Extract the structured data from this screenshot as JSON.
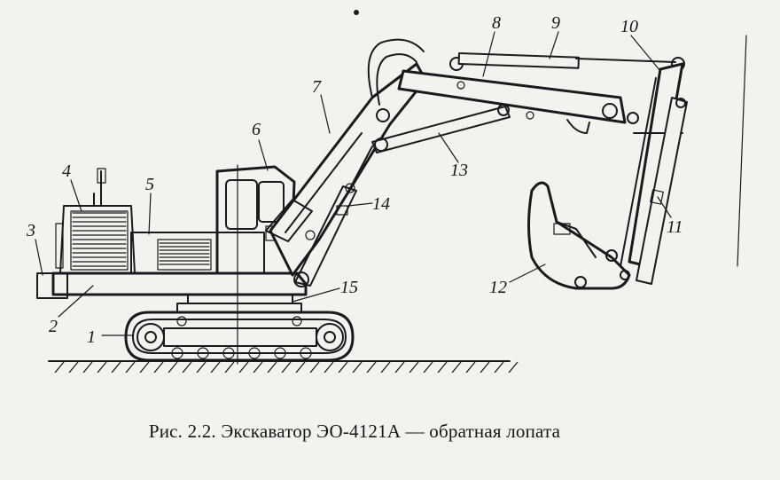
{
  "caption": "Рис. 2.2. Экскаватор ЭО-4121А — обратная лопата",
  "callouts": [
    {
      "id": "1",
      "text": "1"
    },
    {
      "id": "2",
      "text": "2"
    },
    {
      "id": "3",
      "text": "3"
    },
    {
      "id": "4",
      "text": "4"
    },
    {
      "id": "5",
      "text": "5"
    },
    {
      "id": "6",
      "text": "6"
    },
    {
      "id": "7",
      "text": "7"
    },
    {
      "id": "8",
      "text": "8"
    },
    {
      "id": "9",
      "text": "9"
    },
    {
      "id": "10",
      "text": "10"
    },
    {
      "id": "11",
      "text": "11"
    },
    {
      "id": "12",
      "text": "12"
    },
    {
      "id": "13",
      "text": "13"
    },
    {
      "id": "14",
      "text": "14"
    },
    {
      "id": "15",
      "text": "15"
    }
  ]
}
